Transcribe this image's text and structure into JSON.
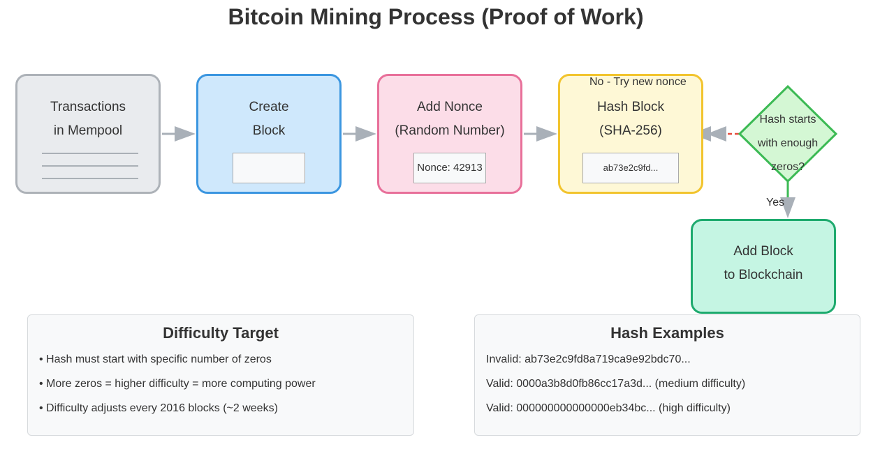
{
  "title": "Bitcoin Mining Process (Proof of Work)",
  "nodes": {
    "mempool": {
      "line1": "Transactions",
      "line2": "in Mempool"
    },
    "create_block": {
      "line1": "Create",
      "line2": "Block"
    },
    "add_nonce": {
      "line1": "Add Nonce",
      "line2": "(Random Number)",
      "box_text": "Nonce: 42913"
    },
    "hash_block": {
      "line1": "Hash Block",
      "line2": "(SHA-256)",
      "box_text": "ab73e2c9fd..."
    },
    "decision": {
      "line1": "Hash starts",
      "line2": "with enough",
      "line3": "zeros?"
    },
    "add_to_chain": {
      "line1": "Add Block",
      "line2": "to Blockchain"
    }
  },
  "edges": {
    "no_label": "No - Try new nonce",
    "yes_label": "Yes"
  },
  "difficulty_panel": {
    "title": "Difficulty Target",
    "items": [
      "• Hash must start with specific number of zeros",
      "• More zeros = higher difficulty = more computing power",
      "• Difficulty adjusts every 2016 blocks (~2 weeks)"
    ]
  },
  "hash_panel": {
    "title": "Hash Examples",
    "items": [
      "Invalid: ab73e2c9fd8a719ca9e92bdc70...",
      "Valid: 0000a3b8d0fb86cc17a3d... (medium difficulty)",
      "Valid: 000000000000000eb34bc... (high difficulty)"
    ]
  },
  "colors": {
    "arrow": "#a9b0b8",
    "no_edge": "#e74c3c",
    "yes_edge": "#3cba54",
    "decision_fill": "#d4f7d4",
    "decision_stroke": "#3cba54"
  }
}
